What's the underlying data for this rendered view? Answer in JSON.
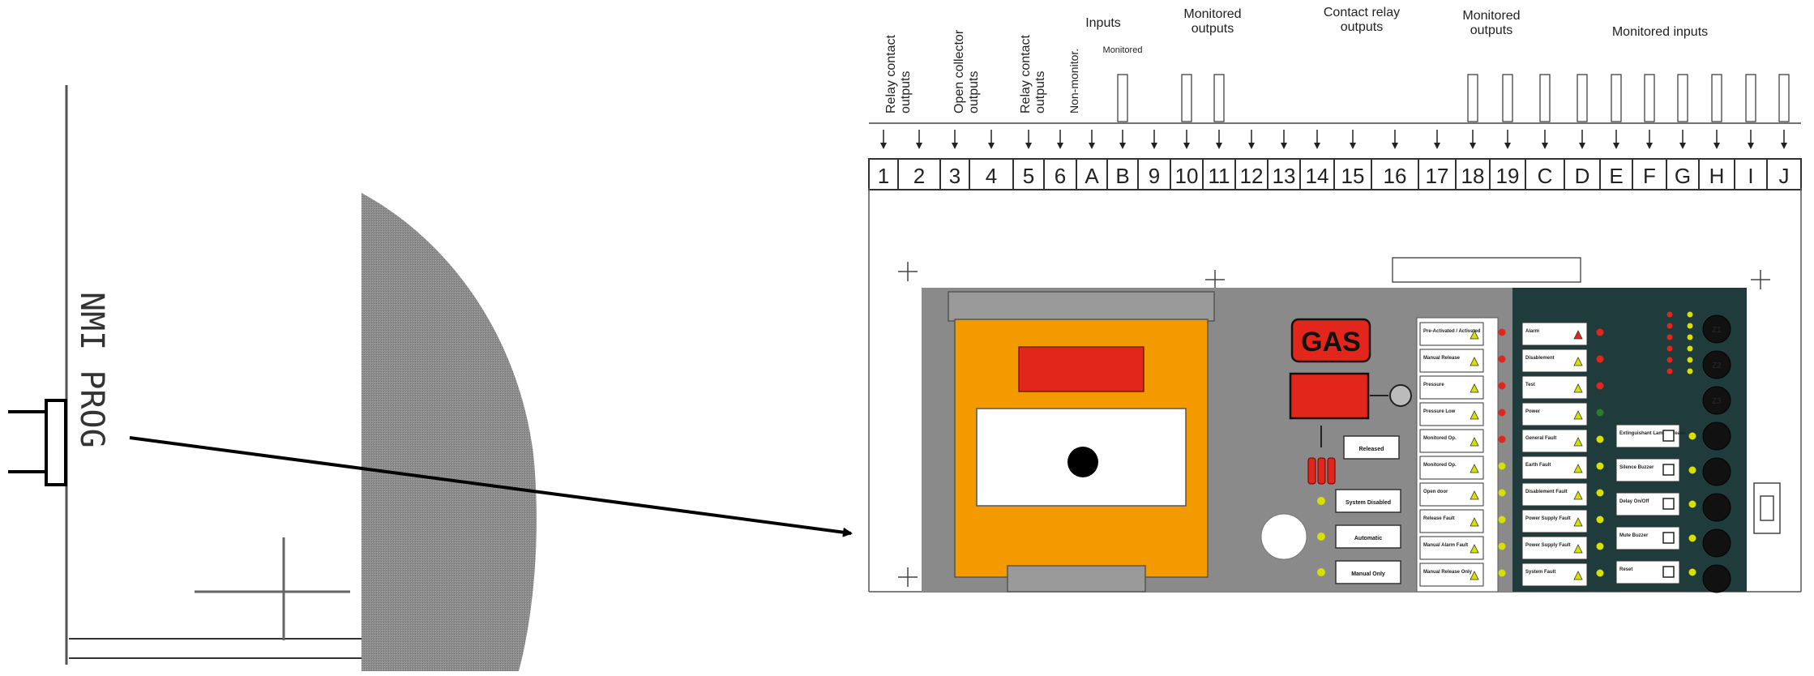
{
  "left_detail": {
    "connector_label": "NMI PROG"
  },
  "top_groups": [
    {
      "label": "Relay contact\noutputs",
      "rotated": true
    },
    {
      "label": "Open collector\noutputs",
      "rotated": true
    },
    {
      "label": "Relay contact\noutputs",
      "rotated": true
    },
    {
      "label": "Inputs",
      "rotated": false
    },
    {
      "label": "Non-monitor.",
      "rotated": true
    },
    {
      "label": "Monitored",
      "rotated": false
    },
    {
      "label": "Monitored\noutputs",
      "rotated": false
    },
    {
      "label": "Contact relay\noutputs",
      "rotated": false
    },
    {
      "label": "Monitored\noutputs",
      "rotated": false
    },
    {
      "label": "Monitored inputs",
      "rotated": false
    }
  ],
  "terminals": [
    "1",
    "2",
    "3",
    "4",
    "5",
    "6",
    "A",
    "B",
    "9",
    "10",
    "11",
    "12",
    "13",
    "14",
    "15",
    "16",
    "17",
    "18",
    "19",
    "C",
    "D",
    "E",
    "F",
    "G",
    "H",
    "I",
    "J"
  ],
  "zone_labels": [
    "Z1",
    "Z2",
    "Z3"
  ],
  "panel": {
    "gas_label": "GAS",
    "released_label": "Released",
    "mode_buttons": [
      "System Disabled",
      "Automatic",
      "Manual Only"
    ],
    "status_rows": [
      "Pre-Activated / Activated",
      "Manual Release",
      "Pressure",
      "Pressure Low",
      "Monitored Op.",
      "Monitored Op.",
      "Open door",
      "Release Fault",
      "Manual Alarm Fault",
      "Manual Release Only"
    ],
    "alarm_rows": [
      "Alarm",
      "Disablement",
      "Test",
      "Power",
      "General Fault",
      "Earth Fault",
      "Disablement Fault",
      "Power Supply Fault",
      "Power Supply Fault",
      "System Fault"
    ],
    "control_buttons": [
      "Extinguishant Lamp Release",
      "Silence Buzzer",
      "Delay On/Off",
      "Mute Buzzer",
      "Reset"
    ]
  },
  "colors": {
    "panel_grey": "#8a8a8a",
    "orange": "#f39a00",
    "red": "#e2261b",
    "dark_panel": "#1f3b3b",
    "led_yellow": "#d8e000"
  }
}
